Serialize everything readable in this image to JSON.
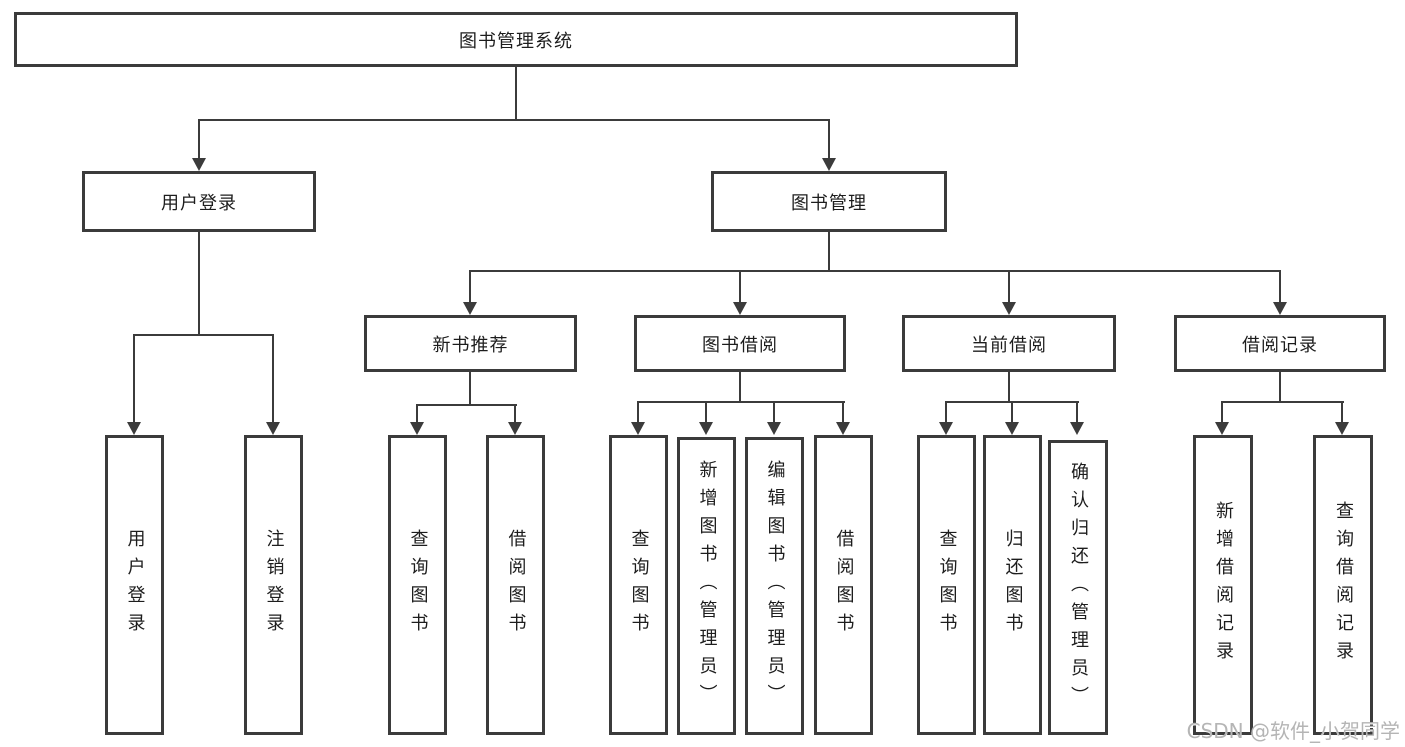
{
  "tree": {
    "label": "图书管理系统",
    "children": [
      {
        "label": "用户登录",
        "children": [
          {
            "label": "用户登录"
          },
          {
            "label": "注销登录"
          }
        ]
      },
      {
        "label": "图书管理",
        "children": [
          {
            "label": "新书推荐",
            "children": [
              {
                "label": "查询图书"
              },
              {
                "label": "借阅图书"
              }
            ]
          },
          {
            "label": "图书借阅",
            "children": [
              {
                "label": "查询图书"
              },
              {
                "label": "新增图书（管理员）"
              },
              {
                "label": "编辑图书（管理员）"
              },
              {
                "label": "借阅图书"
              }
            ]
          },
          {
            "label": "当前借阅",
            "children": [
              {
                "label": "查询图书"
              },
              {
                "label": "归还图书"
              },
              {
                "label": "确认归还（管理员）"
              }
            ]
          },
          {
            "label": "借阅记录",
            "children": [
              {
                "label": "新增借阅记录"
              },
              {
                "label": "查询借阅记录"
              }
            ]
          }
        ]
      }
    ]
  },
  "watermark": {
    "text": "CSDN @软件_小贺同学"
  },
  "colors": {
    "line": "#3b3b3b",
    "text": "#1d1d1d",
    "background": "#ffffff",
    "watermark": "#b5b5b5"
  }
}
